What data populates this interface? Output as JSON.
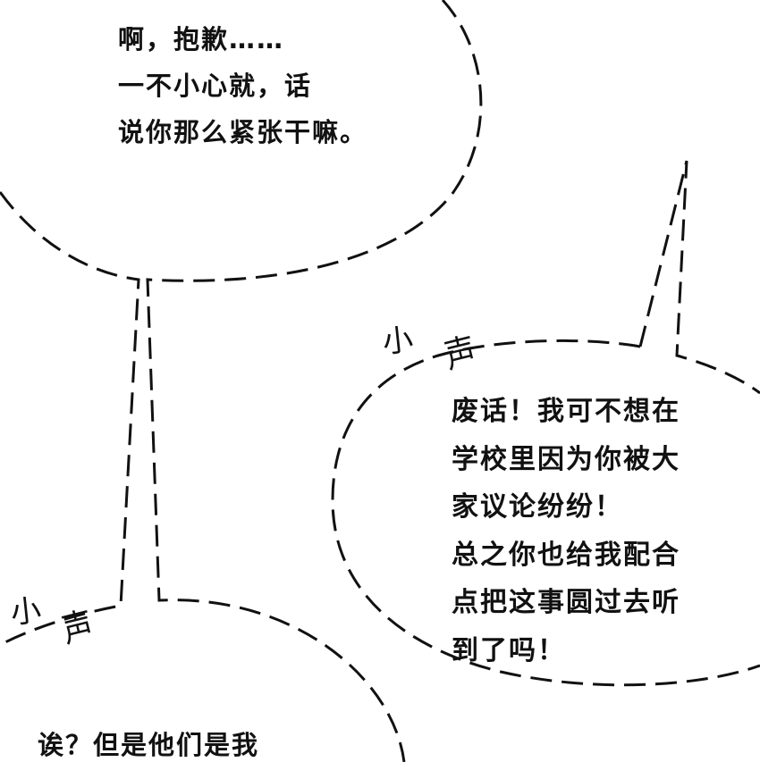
{
  "bubbles": {
    "top_left": {
      "lines": [
        "啊，抱歉……",
        "一不小心就，话",
        "说你那么紧张干嘛。"
      ]
    },
    "right": {
      "lines": [
        "废话！我可不想在",
        "学校里因为你被大",
        "家议论纷纷！",
        "总之你也给我配合",
        "点把这事圆过去听",
        "到了吗！"
      ]
    },
    "bottom_left": {
      "lines": [
        "诶？但是他们是我"
      ]
    }
  },
  "sound_effects": {
    "sfx_right": [
      "小",
      "声"
    ],
    "sfx_left": [
      "小",
      "声"
    ]
  },
  "colors": {
    "ink": "#111111",
    "background": "#ffffff"
  }
}
